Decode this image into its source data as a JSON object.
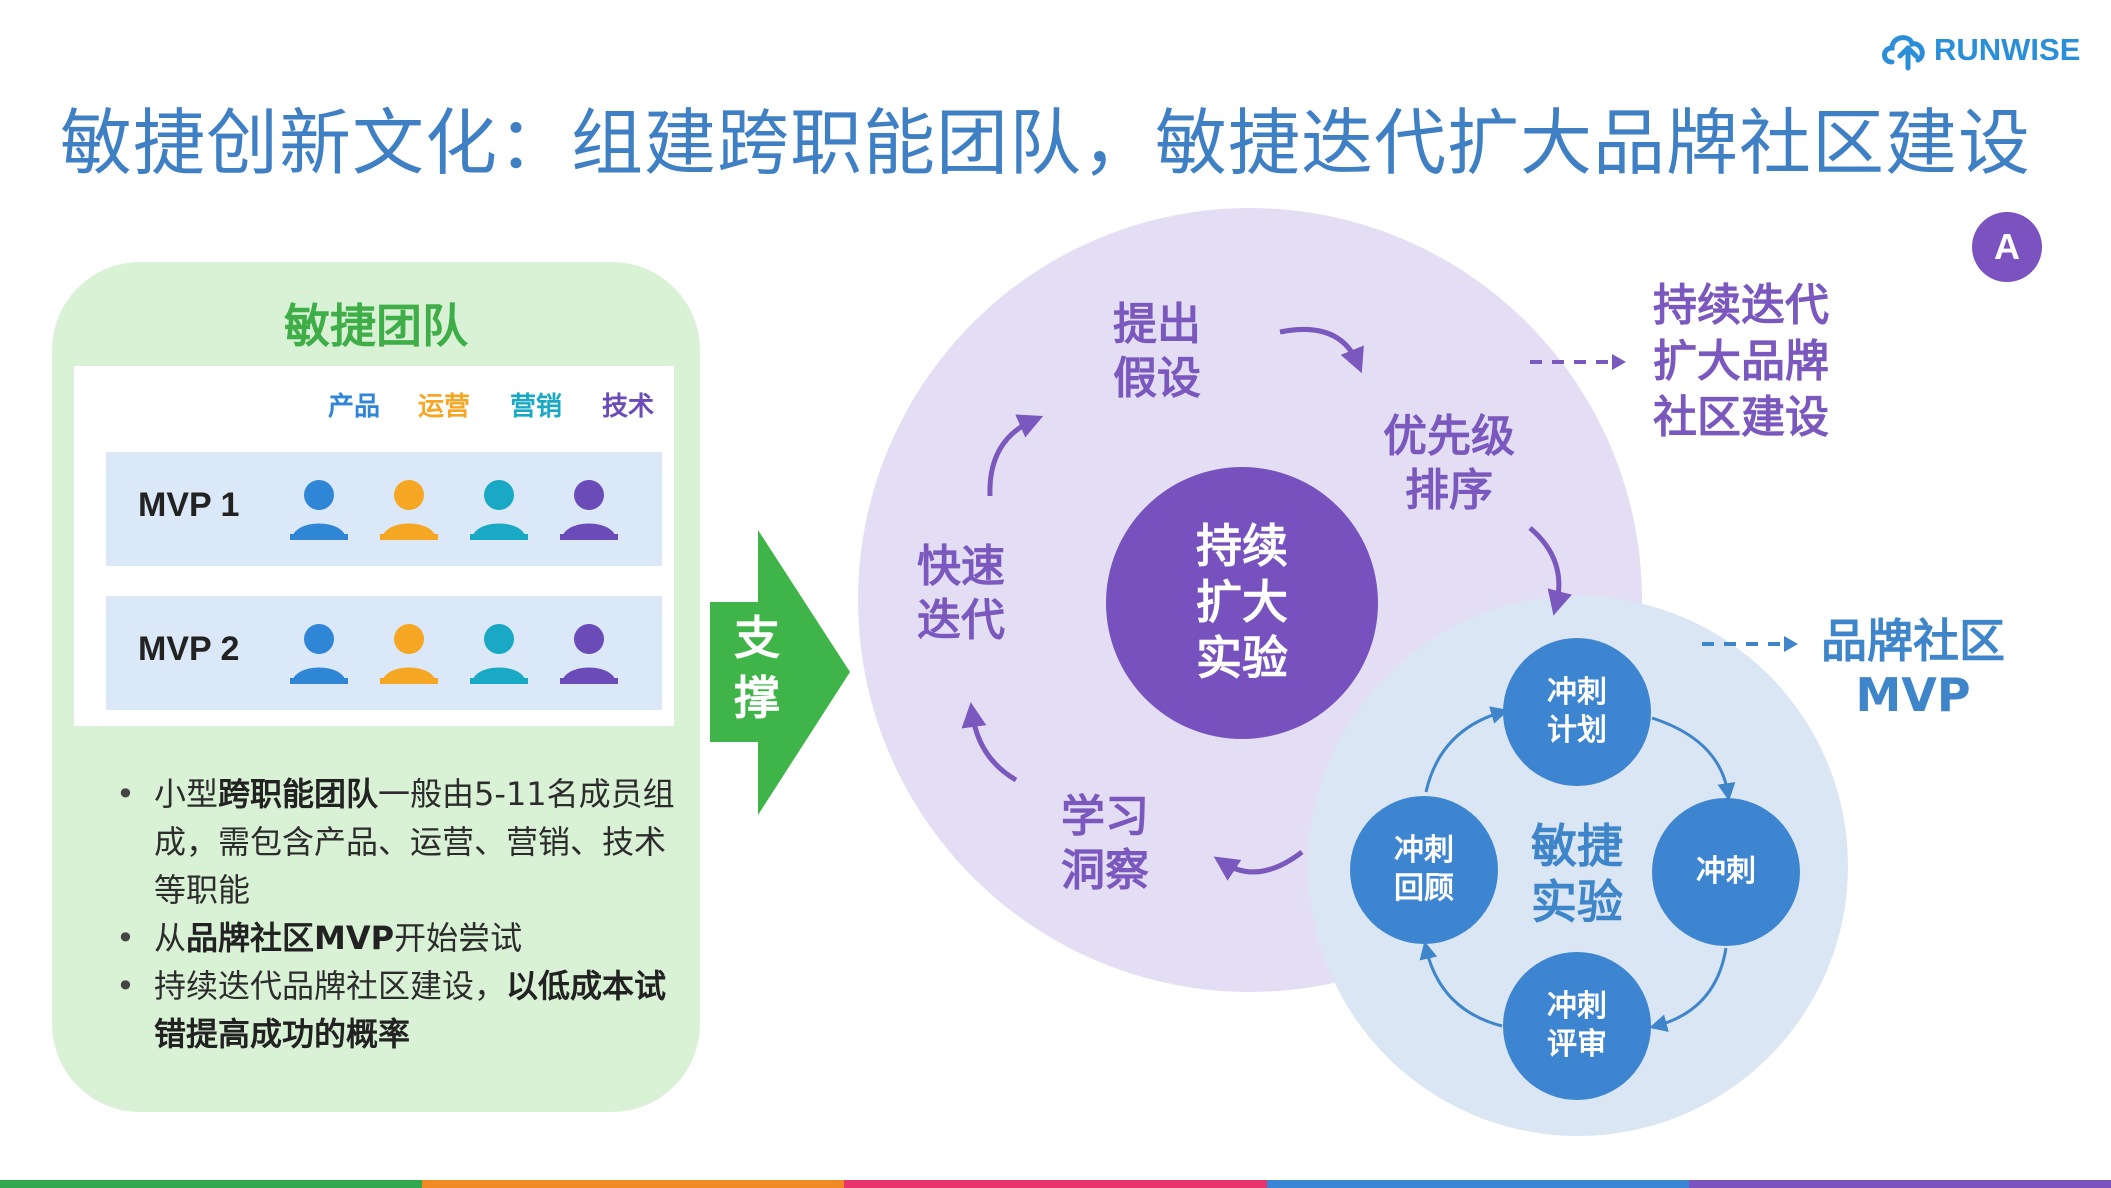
{
  "logo": {
    "text": "RUNWISE"
  },
  "title": "敏捷创新文化：组建跨职能团队，敏捷迭代扩大品牌社区建设",
  "team": {
    "title": "敏捷团队",
    "roles": [
      {
        "label": "产品",
        "color": "#2f86d6"
      },
      {
        "label": "运营",
        "color": "#f5a623"
      },
      {
        "label": "营销",
        "color": "#19a9c4"
      },
      {
        "label": "技术",
        "color": "#6a4bb8"
      }
    ],
    "rows": [
      {
        "label": "MVP 1"
      },
      {
        "label": "MVP 2"
      }
    ],
    "bullets": {
      "b1_pre": "小型",
      "b1_bold": "跨职能团队",
      "b1_post": "一般由5-11名成员组成，需包含产品、运营、营销、技术等职能",
      "b2_pre": "从",
      "b2_bold": "品牌社区MVP",
      "b2_post": "开始尝试",
      "b3_pre": "持续迭代品牌社区建设，",
      "b3_bold": "以低成本试错提高成功的概率"
    }
  },
  "support_label_line1": "支",
  "support_label_line2": "撑",
  "cycle": {
    "center_line1": "持续",
    "center_line2": "扩大",
    "center_line3": "实验",
    "step1_line1": "提出",
    "step1_line2": "假设",
    "step2_line1": "优先级",
    "step2_line2": "排序",
    "step4_line1": "学习",
    "step4_line2": "洞察",
    "step5_line1": "快速",
    "step5_line2": "迭代"
  },
  "sprint": {
    "center_line1": "敏捷",
    "center_line2": "实验",
    "plan_line1": "冲刺",
    "plan_line2": "计划",
    "sprint": "冲刺",
    "review_line1": "冲刺",
    "review_line2": "评审",
    "retro_line1": "冲刺",
    "retro_line2": "回顾"
  },
  "side_labels": {
    "top_line1": "持续迭代",
    "top_line2": "扩大品牌",
    "top_line3": "社区建设",
    "mid_line1": "品牌社区",
    "mid_line2": "MVP"
  },
  "badge": "A",
  "colors": {
    "title": "#3f7fc4",
    "green": "#3fae49",
    "purple": "#7a58bd",
    "blue": "#3f85ca",
    "stripe": [
      "#2fa84f",
      "#f08a24",
      "#e8336d",
      "#3a86d6",
      "#7b52bf"
    ]
  }
}
